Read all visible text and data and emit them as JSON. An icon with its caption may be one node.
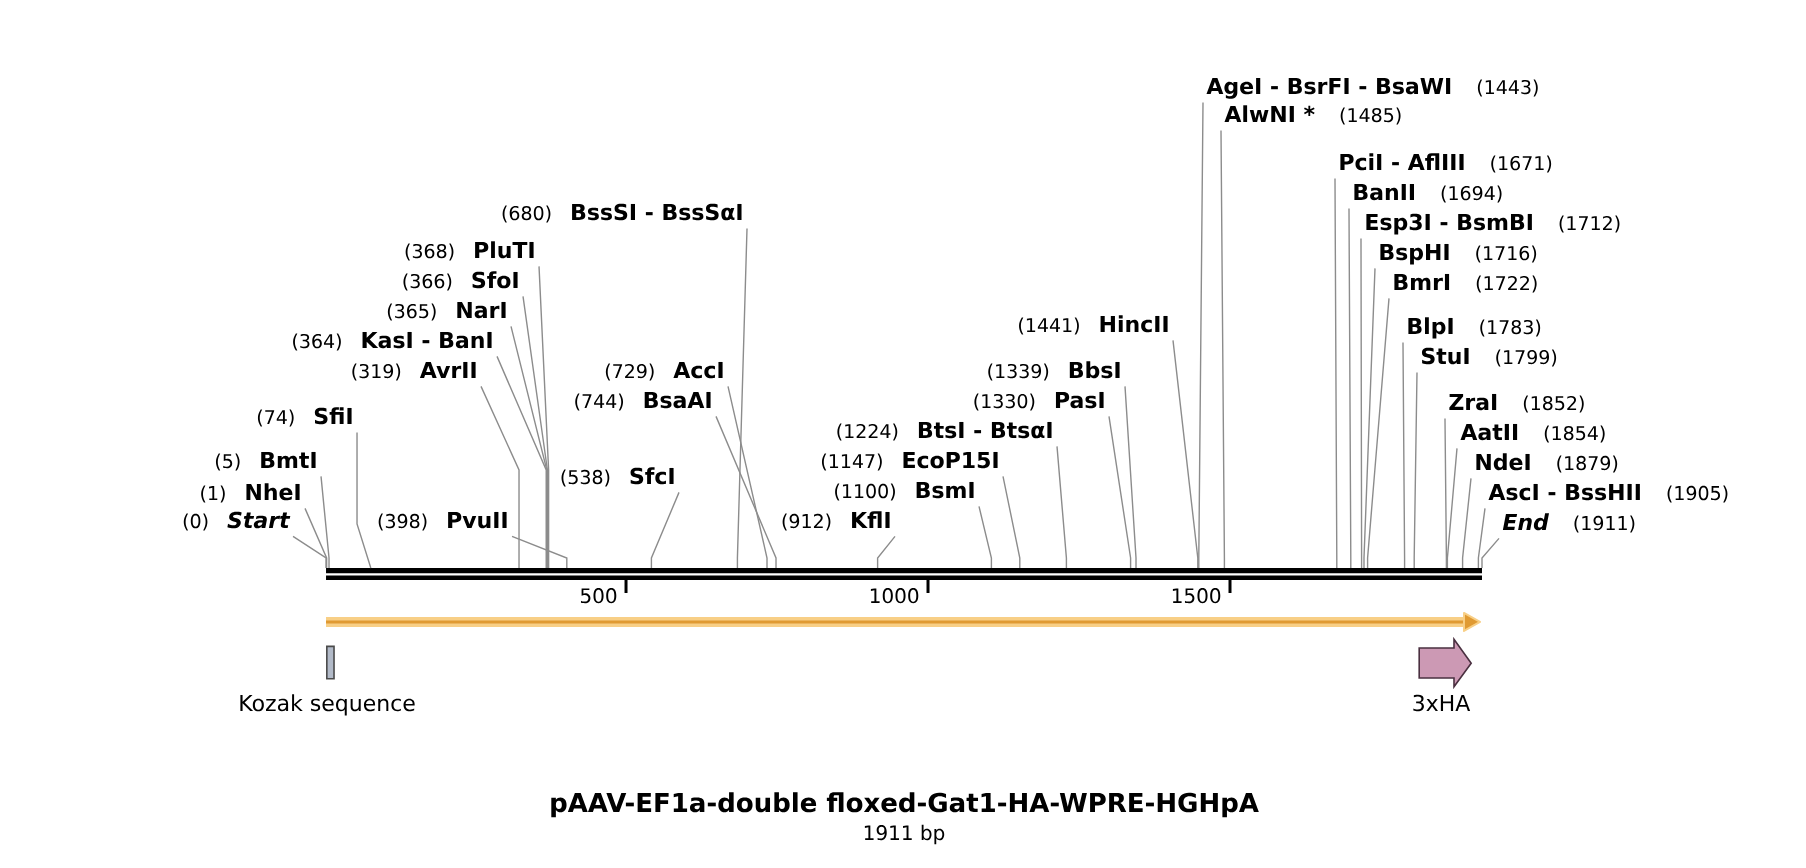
{
  "diagram": {
    "title": "pAAV-EF1a-double floxed-Gat1-HA-WPRE-HGHpA",
    "caption": "1911 bp",
    "nodes": [
      {
        "text": [
          "(0)",
          "Start"
        ]
      },
      {
        "text": [
          "(1)",
          "NheI"
        ]
      },
      {
        "text": [
          "(5)",
          "BmtI"
        ]
      },
      {
        "text": [
          "(74)",
          "SfiI"
        ]
      },
      {
        "text": [
          "(319)",
          "AvrII"
        ]
      },
      {
        "text": [
          "(364)",
          "KasI - BanI"
        ]
      },
      {
        "text": [
          "(365)",
          "NarI"
        ]
      },
      {
        "text": [
          "(366)",
          "SfoI"
        ]
      },
      {
        "text": [
          "(368)",
          "PluTI"
        ]
      },
      {
        "text": [
          "(398)",
          "PvuII"
        ]
      },
      {
        "text": [
          "(538)",
          "SfcI"
        ]
      },
      {
        "text": [
          "(680)",
          "BssSI - BssSαI"
        ]
      },
      {
        "text": [
          "(729)",
          "AccI"
        ]
      },
      {
        "text": [
          "(744)",
          "BsaAI"
        ]
      },
      {
        "text": [
          "(912)",
          "KflI"
        ]
      },
      {
        "text": [
          "(1100)",
          "BsmI"
        ]
      },
      {
        "text": [
          "(1147)",
          "EcoP15I"
        ]
      },
      {
        "text": [
          "(1224)",
          "BtsI - BtsαI"
        ]
      },
      {
        "text": [
          "(1330)",
          "PasI"
        ]
      },
      {
        "text": [
          "(1339)",
          "BbsI"
        ]
      },
      {
        "text": [
          "(1441)",
          "HincII"
        ]
      },
      {
        "text": [
          "AgeI - BsrFI - BsaWI",
          "(1443)"
        ]
      },
      {
        "text": [
          "AlwNI *",
          "(1485)"
        ]
      },
      {
        "text": [
          "PciI - AflIII",
          "(1671)"
        ]
      },
      {
        "text": [
          "BanII",
          "(1694)"
        ]
      },
      {
        "text": [
          "Esp3I - BsmBI",
          "(1712)"
        ]
      },
      {
        "text": [
          "BspHI",
          "(1716)"
        ]
      },
      {
        "text": [
          "BmrI",
          "(1722)"
        ]
      },
      {
        "text": [
          "BlpI",
          "(1783)"
        ]
      },
      {
        "text": [
          "StuI",
          "(1799)"
        ]
      },
      {
        "text": [
          "ZraI",
          "(1852)"
        ]
      },
      {
        "text": [
          "AatII",
          "(1854)"
        ]
      },
      {
        "text": [
          "NdeI",
          "(1879)"
        ]
      },
      {
        "text": [
          "AscI - BssHII",
          "(1905)"
        ]
      },
      {
        "text": [
          "End",
          "(1911)"
        ]
      },
      {
        "text": [],
        "shape": "bar"
      },
      {
        "text": [],
        "shape": "arrow"
      },
      {
        "text": [
          "Kozak sequence"
        ]
      },
      {
        "text": [
          "3xHA"
        ]
      }
    ],
    "edges": [
      {
        "from": 0,
        "to": 35,
        "arrow": "none"
      },
      {
        "from": 1,
        "to": 35,
        "arrow": "none"
      },
      {
        "from": 2,
        "to": 35,
        "arrow": "none"
      },
      {
        "from": 3,
        "to": 35,
        "arrow": "none"
      },
      {
        "from": 4,
        "to": 35,
        "arrow": "none"
      },
      {
        "from": 5,
        "to": 35,
        "arrow": "none"
      },
      {
        "from": 6,
        "to": 35,
        "arrow": "none"
      },
      {
        "from": 7,
        "to": 35,
        "arrow": "none"
      },
      {
        "from": 8,
        "to": 35,
        "arrow": "none"
      },
      {
        "from": 9,
        "to": 35,
        "arrow": "none"
      },
      {
        "from": 10,
        "to": 35,
        "arrow": "none"
      },
      {
        "from": 11,
        "to": 35,
        "arrow": "none"
      },
      {
        "from": 12,
        "to": 35,
        "arrow": "none"
      },
      {
        "from": 13,
        "to": 35,
        "arrow": "none"
      },
      {
        "from": 14,
        "to": 35,
        "arrow": "none"
      },
      {
        "from": 15,
        "to": 35,
        "arrow": "none"
      },
      {
        "from": 16,
        "to": 35,
        "arrow": "none"
      },
      {
        "from": 17,
        "to": 35,
        "arrow": "none"
      },
      {
        "from": 18,
        "to": 35,
        "arrow": "none"
      },
      {
        "from": 19,
        "to": 35,
        "arrow": "none"
      },
      {
        "from": 20,
        "to": 35,
        "arrow": "none"
      },
      {
        "from": 21,
        "to": 35,
        "arrow": "none"
      },
      {
        "from": 22,
        "to": 35,
        "arrow": "none"
      },
      {
        "from": 23,
        "to": 35,
        "arrow": "none"
      },
      {
        "from": 24,
        "to": 35,
        "arrow": "none"
      },
      {
        "from": 25,
        "to": 35,
        "arrow": "none"
      },
      {
        "from": 26,
        "to": 35,
        "arrow": "none"
      },
      {
        "from": 27,
        "to": 35,
        "arrow": "none"
      },
      {
        "from": 28,
        "to": 35,
        "arrow": "none"
      },
      {
        "from": 29,
        "to": 35,
        "arrow": "none"
      },
      {
        "from": 30,
        "to": 35,
        "arrow": "none"
      },
      {
        "from": 31,
        "to": 35,
        "arrow": "none"
      },
      {
        "from": 32,
        "to": 35,
        "arrow": "none"
      },
      {
        "from": 33,
        "to": 35,
        "arrow": "none"
      },
      {
        "from": 34,
        "to": 35,
        "arrow": "none"
      }
    ],
    "labels": [
      "500",
      "1000",
      "1500"
    ]
  }
}
